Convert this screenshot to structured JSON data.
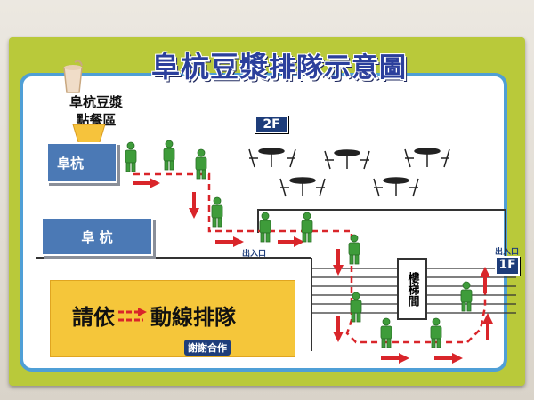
{
  "title": {
    "brand": "阜杭豆漿",
    "suffix": "排隊示意圖"
  },
  "ordering_area": {
    "line1": "阜杭豆漿",
    "line2": "點餐區"
  },
  "shops": {
    "upper": "阜杭",
    "lower": "阜 杭"
  },
  "floors": {
    "second": "2F",
    "first": "1F"
  },
  "exits": {
    "left": "出入口",
    "right": "出入口"
  },
  "stairwell": "樓梯間",
  "notice": {
    "before_arrow": "請依",
    "after_arrow": "動線排隊",
    "thanks": "謝謝合作"
  },
  "colors": {
    "board": "#b9c93a",
    "panel_border": "#4f9fd6",
    "queue_arrow": "#d9252a",
    "person": "#3e9c3a",
    "shop_box": "#4b79b5",
    "notice_bg": "#f5c63a",
    "title": "#2b3f9c"
  }
}
